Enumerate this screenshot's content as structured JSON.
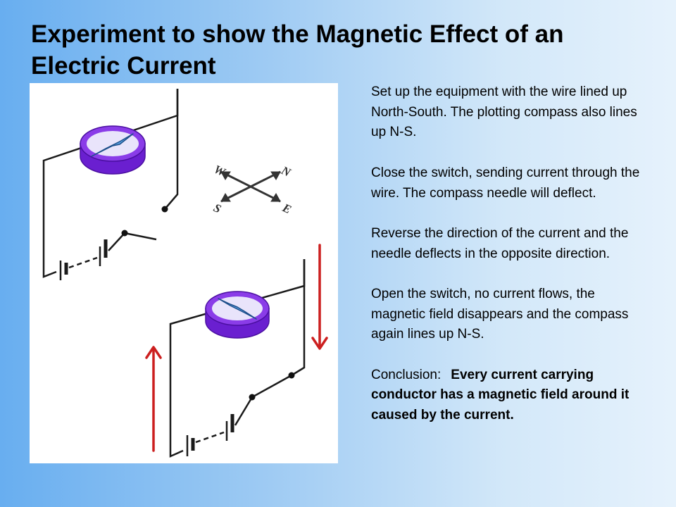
{
  "slide": {
    "title": "Experiment to show the Magnetic Effect of an Electric Current",
    "paragraphs": [
      "Set up the equipment with the wire lined up North-South. The plotting compass also lines up N-S.",
      "Close the switch, sending current through the wire. The compass needle will deflect.",
      "Reverse the direction of the current and the needle deflects in the opposite direction.",
      "Open the switch, no current flows, the magnetic field disappears and the compass again lines up N-S."
    ],
    "conclusion_label": "Conclusion:",
    "conclusion_text": "Every current carrying conductor has a magnetic field around it caused by the current."
  },
  "compass_rose": {
    "north": "N",
    "south": "S",
    "east": "E",
    "west": "W"
  },
  "colors": {
    "compass_body": "#6a1fd0",
    "compass_face": "#e9e4fb",
    "needle": "#5aa0e0",
    "current_arrow": "#cc1f1f",
    "wire": "#1a1a1a"
  }
}
